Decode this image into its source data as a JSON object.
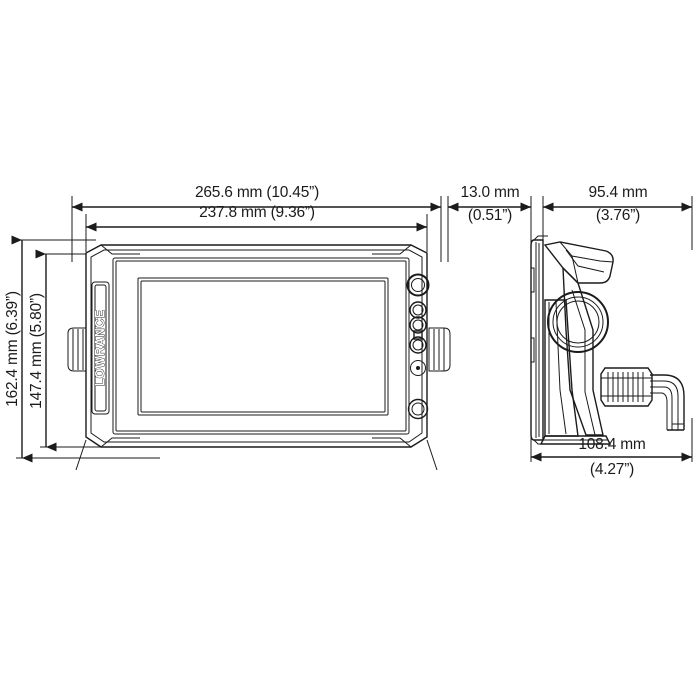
{
  "document": {
    "type": "dimensional-drawing",
    "product_brand": "LOWRANCE",
    "background_color": "#ffffff",
    "line_color": "#1b1b1b"
  },
  "views": {
    "front": {
      "name": "front-view",
      "brand_label": "LOWRANCE",
      "controls": [
        {
          "name": "power-button",
          "shape": "ring-large"
        },
        {
          "name": "menu-button",
          "shape": "ring-small"
        },
        {
          "name": "zoom-in-button",
          "shape": "ring-small"
        },
        {
          "name": "zoom-out-button",
          "shape": "ring-small"
        },
        {
          "name": "waypoint-button",
          "shape": "dot"
        },
        {
          "name": "pages-button",
          "shape": "ring-medium"
        }
      ]
    },
    "side": {
      "name": "side-view"
    }
  },
  "dimensions": {
    "overall_width": {
      "label": "265.6 mm (10.45”)",
      "mm": 265.6,
      "inches": 10.45,
      "orientation": "horizontal"
    },
    "bezel_width": {
      "label": "237.8 mm (9.36”)",
      "mm": 237.8,
      "inches": 9.36,
      "orientation": "horizontal"
    },
    "overall_height": {
      "label": "162.4 mm (6.39”)",
      "mm": 162.4,
      "inches": 6.39,
      "orientation": "vertical"
    },
    "bezel_height": {
      "label": "147.4 mm (5.80”)",
      "mm": 147.4,
      "inches": 5.8,
      "orientation": "vertical"
    },
    "bezel_depth": {
      "label_line1": "13.0 mm",
      "label_line2": "(0.51”)",
      "mm": 13.0,
      "inches": 0.51,
      "orientation": "horizontal"
    },
    "mounted_depth": {
      "label_line1": "95.4 mm",
      "label_line2": "(3.76”)",
      "mm": 95.4,
      "inches": 3.76,
      "orientation": "horizontal"
    },
    "bracket_depth": {
      "label_line1": "108.4 mm",
      "label_line2": "(4.27”)",
      "mm": 108.4,
      "inches": 4.27,
      "orientation": "horizontal"
    }
  }
}
